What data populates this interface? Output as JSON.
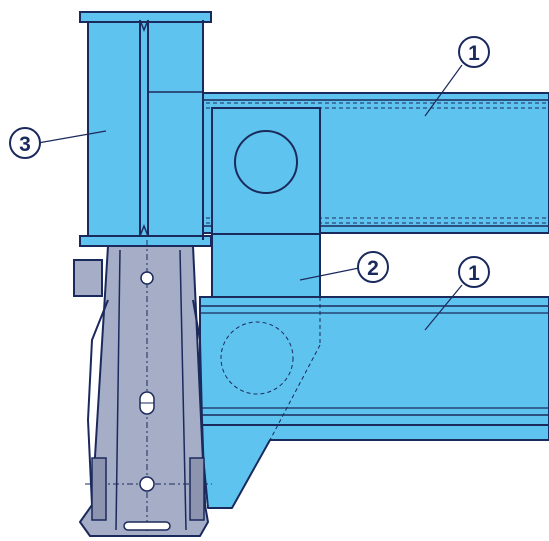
{
  "colors": {
    "steel_blue": "#5ec4ef",
    "steel_blue_shade": "#3fb0e2",
    "post_grey": "#a5adc7",
    "post_grey_dark": "#8c94b0",
    "outline": "#1b2a5c",
    "background": "#ffffff"
  },
  "callouts": [
    {
      "id": "beam-upper",
      "label": "1"
    },
    {
      "id": "beam-lower",
      "label": "1"
    },
    {
      "id": "connector-plate",
      "label": "2"
    },
    {
      "id": "column",
      "label": "3"
    }
  ],
  "icons": [
    "bolt-hole-icon",
    "slot-hole-icon"
  ]
}
